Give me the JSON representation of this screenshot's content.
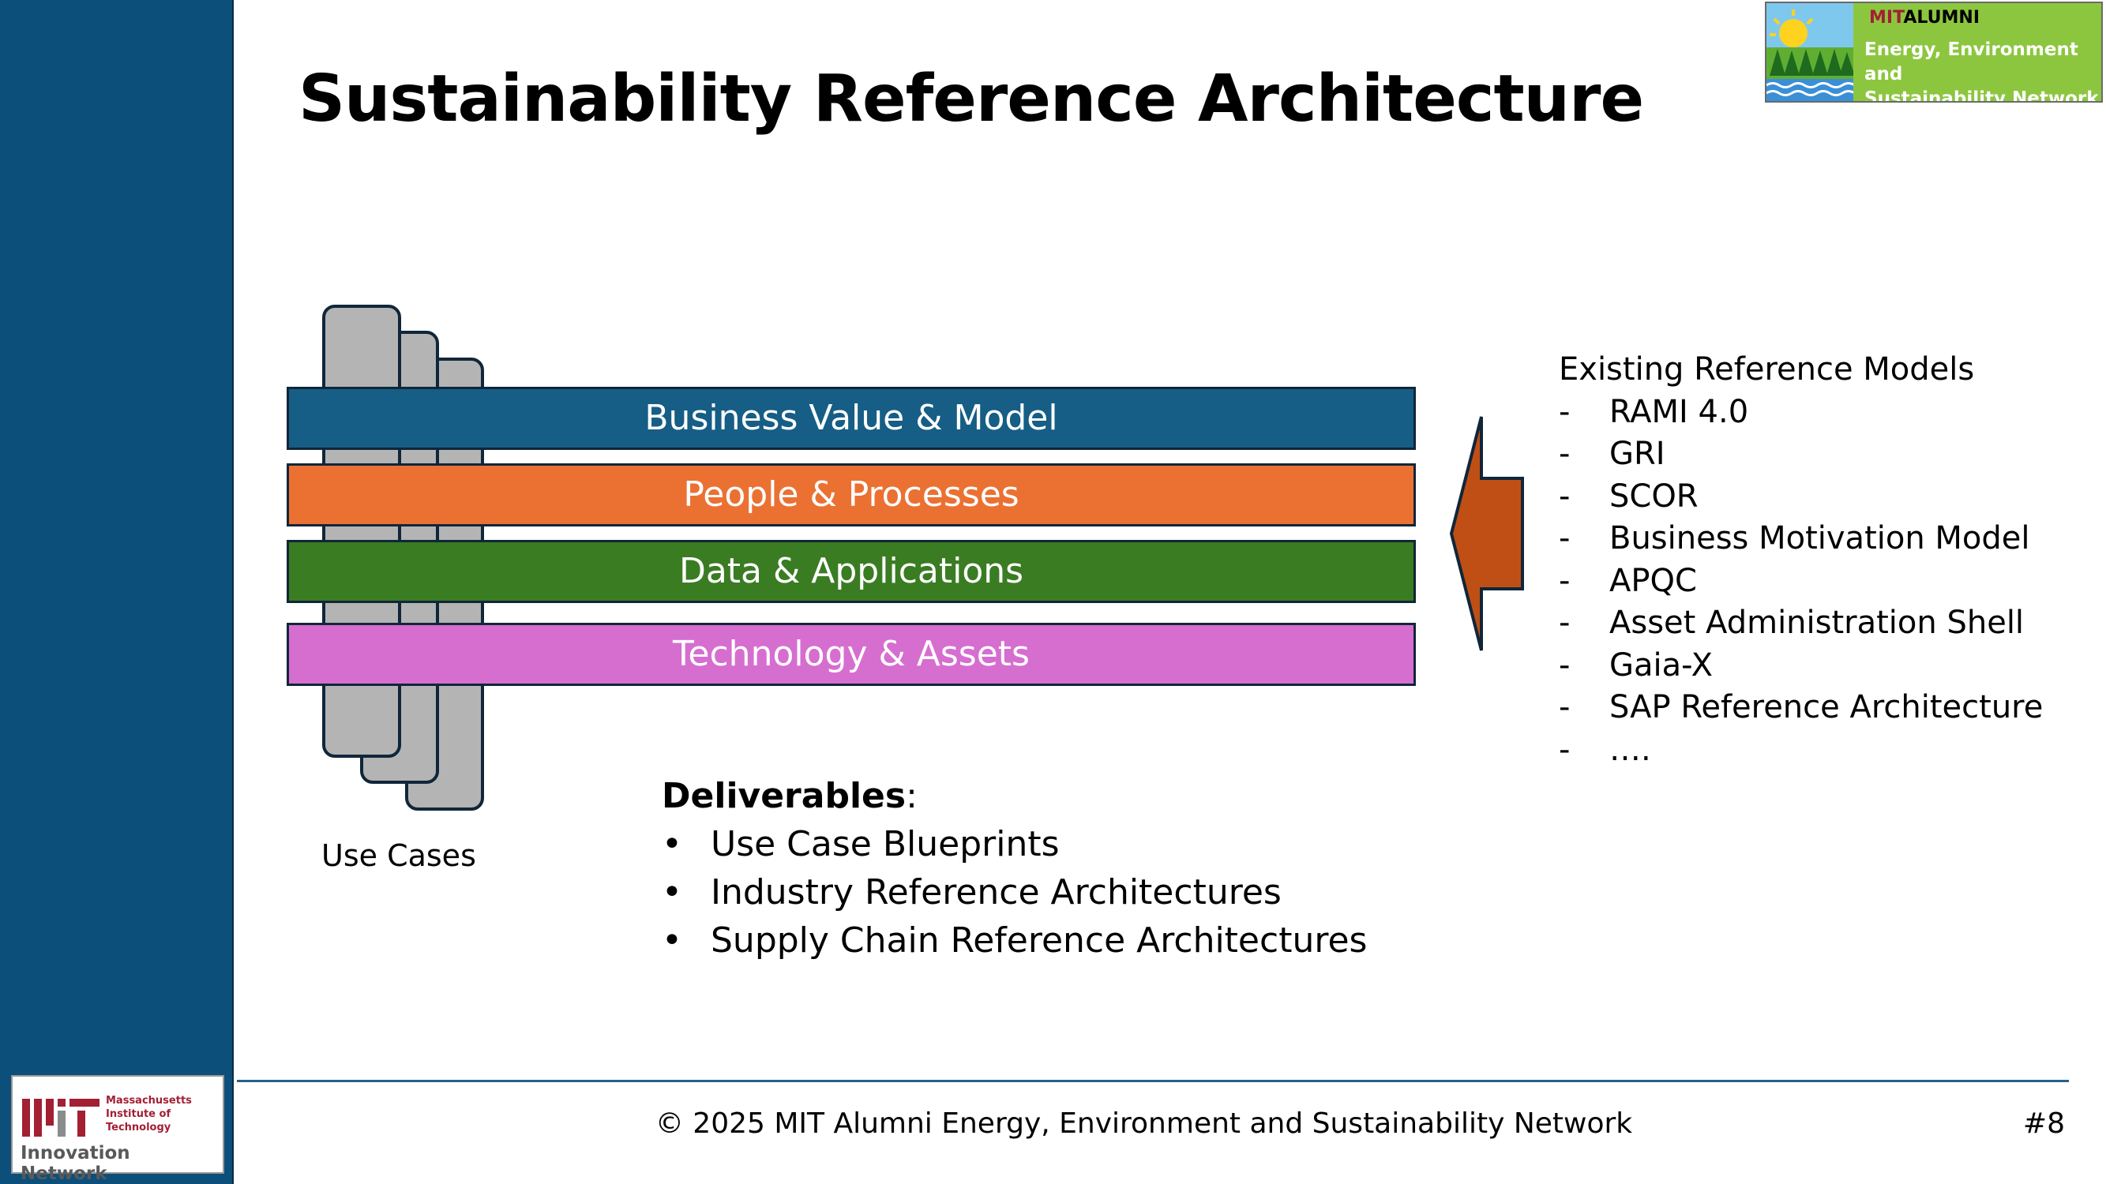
{
  "slide": {
    "title": "Sustainability Reference Architecture",
    "layers": [
      {
        "label": "Business Value &  Model",
        "color": "#165e85"
      },
      {
        "label": "People & Processes",
        "color": "#eb7133"
      },
      {
        "label": "Data & Applications",
        "color": "#3a7c22"
      },
      {
        "label": "Technology & Assets",
        "color": "#d66ed0"
      }
    ],
    "use_cases_label": "Use Cases",
    "deliverables": {
      "heading": "Deliverables",
      "heading_suffix": ":",
      "items": [
        "Use Case Blueprints",
        "Industry Reference Architectures",
        "Supply Chain Reference Architectures"
      ]
    },
    "reference_models": {
      "heading": "Existing Reference Models",
      "items": [
        "RAMI 4.0",
        "GRI",
        "SCOR",
        "Business Motivation Model",
        "APQC",
        "Asset Administration Shell",
        "Gaia-X",
        "SAP Reference Architecture",
        "…."
      ]
    },
    "arrow_color": "#c04f15"
  },
  "header_logo": {
    "brand_prefix": "MIT",
    "brand_suffix": "ALUMNI",
    "tagline": "Energy, Environment and\nSustainability Network"
  },
  "footer": {
    "copyright": "© 2025 MIT Alumni Energy, Environment and Sustainability Network",
    "page_number": "#8",
    "logo_institute": "Massachusetts\nInstitute of\nTechnology",
    "logo_network": "Innovation Network"
  }
}
